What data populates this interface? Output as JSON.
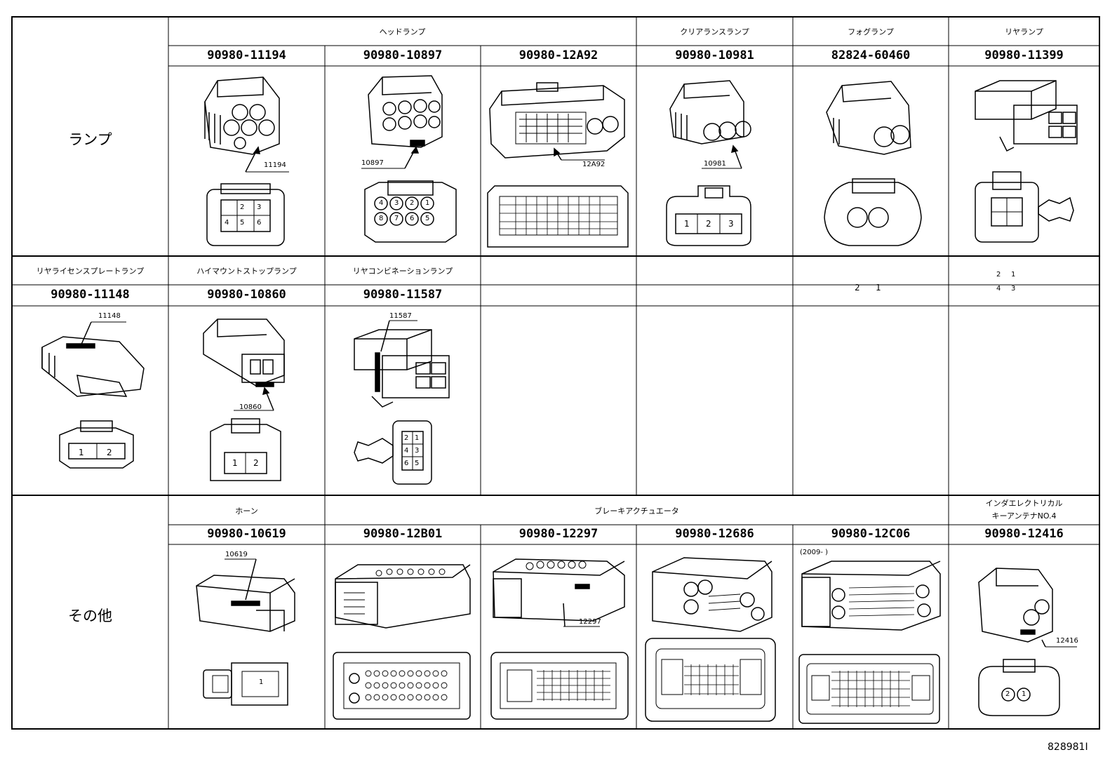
{
  "rows": [
    {
      "label": "ランプ",
      "groups": [
        {
          "name": "ヘッドランプ"
        },
        {
          "name": "クリアランスランプ"
        },
        {
          "name": "フォグランプ"
        },
        {
          "name": "リヤランプ"
        }
      ],
      "parts": [
        {
          "number": "90980-11194",
          "tag": "11194",
          "pins": [
            "2",
            "3",
            "4",
            "5",
            "6"
          ]
        },
        {
          "number": "90980-10897",
          "tag": "10897",
          "pins": [
            "4",
            "3",
            "2",
            "1",
            "8",
            "7",
            "6",
            "5"
          ]
        },
        {
          "number": "90980-12A92",
          "tag": "12A92",
          "pins": []
        },
        {
          "number": "90980-10981",
          "tag": "10981",
          "pins": [
            "1",
            "2",
            "3"
          ]
        },
        {
          "number": "82824-60460",
          "tag": "",
          "pins": [
            "2",
            "1"
          ]
        },
        {
          "number": "90980-11399",
          "tag": "",
          "pins": [
            "2",
            "1",
            "4",
            "3"
          ]
        }
      ]
    },
    {
      "groups": [
        {
          "name": "リヤライセンスプレートランプ"
        },
        {
          "name": "ハイマウントストップランプ"
        },
        {
          "name": "リヤコンビネーションランプ"
        }
      ],
      "parts": [
        {
          "number": "90980-11148",
          "tag": "11148",
          "pins": [
            "1",
            "2"
          ]
        },
        {
          "number": "90980-10860",
          "tag": "10860",
          "pins": [
            "1",
            "2"
          ]
        },
        {
          "number": "90980-11587",
          "tag": "11587",
          "pins": [
            "2",
            "1",
            "4",
            "3",
            "6",
            "5"
          ]
        }
      ]
    },
    {
      "label": "その他",
      "groups": [
        {
          "name": "ホーン"
        },
        {
          "name": "ブレーキアクチュエータ"
        },
        {
          "name_line1": "インダエレクトリカル",
          "name_line2": "キーアンテナNO.4"
        }
      ],
      "parts": [
        {
          "number": "90980-10619",
          "tag": "10619",
          "pins": [
            "1"
          ]
        },
        {
          "number": "90980-12B01",
          "tag": "",
          "pins": []
        },
        {
          "number": "90980-12297",
          "tag": "12297",
          "pins": []
        },
        {
          "number": "90980-12686",
          "tag": "",
          "pins": []
        },
        {
          "number": "90980-12C06",
          "tag": "",
          "note": "(2009-      )",
          "pins": []
        },
        {
          "number": "90980-12416",
          "tag": "12416",
          "pins": [
            "2",
            "1"
          ]
        }
      ]
    }
  ],
  "footer": {
    "code": "828981I"
  }
}
